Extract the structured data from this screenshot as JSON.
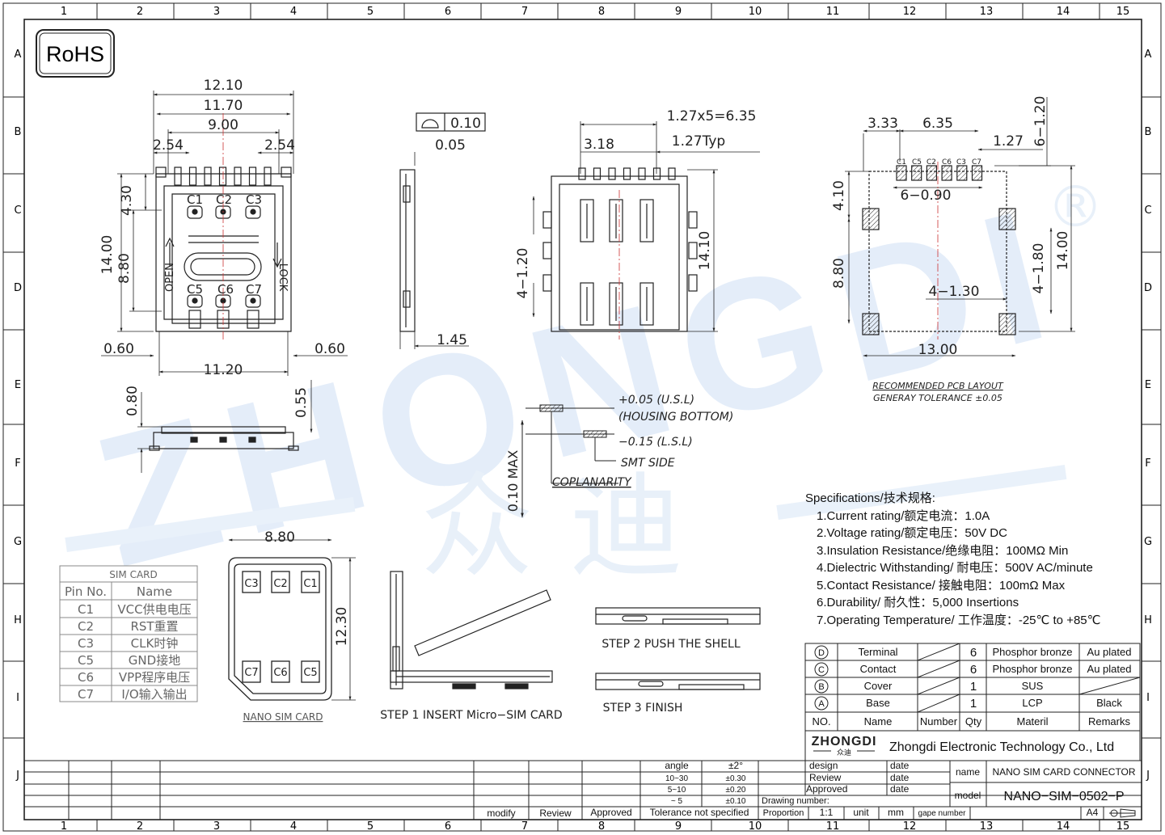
{
  "frame": {
    "cols": [
      "1",
      "2",
      "3",
      "4",
      "5",
      "6",
      "7",
      "8",
      "9",
      "10",
      "11",
      "12",
      "13",
      "14",
      "15"
    ],
    "rows": [
      "A",
      "B",
      "C",
      "D",
      "E",
      "F",
      "G",
      "H",
      "I",
      "J"
    ]
  },
  "rohs": "RoHS",
  "watermark": {
    "latin": "ZHONGDI",
    "reg": "®",
    "cn": "众 迪"
  },
  "top_view": {
    "dims": {
      "w1": "12.10",
      "w2": "11.70",
      "w3": "9.00",
      "pitch_l": "2.54",
      "pitch_r": "2.54",
      "h_total": "14.00",
      "h_inner": "8.80",
      "h_top": "4.30",
      "side_l": "0.60",
      "side_r": "0.60",
      "bottom": "11.20"
    },
    "pins_top": [
      "C1",
      "C2",
      "C3"
    ],
    "pins_bottom": [
      "C5",
      "C6",
      "C7"
    ],
    "open": "OPEN",
    "lock": "LOCK"
  },
  "side_view": {
    "flat": "0.10",
    "gap": "0.05",
    "depth": "1.45"
  },
  "bottom_view": {
    "pitch_total": "1.27x5=6.35",
    "pitch": "1.27Typ",
    "off": "3.18",
    "h": "14.10",
    "pad": "4−1.20"
  },
  "pcb": {
    "dims": {
      "a": "3.33",
      "b": "6.35",
      "c": "1.27",
      "d": "6−1.20",
      "e": "6−0.90",
      "f": "4.10",
      "g": "8.80",
      "h": "4−1.80",
      "i": "14.00",
      "j": "4−1.30",
      "w": "13.00"
    },
    "pins": [
      "C1",
      "C5",
      "C2",
      "C6",
      "C3",
      "C7"
    ],
    "title": "RECOMMENDED  PCB  LAYOUT",
    "tol": "GENERAY  TOLERANCE  ±0.05"
  },
  "front_view": {
    "h1": "0.80",
    "h2": "0.55"
  },
  "coplanarity": {
    "usl": "+0.05  (U.S.L)",
    "housing": "(HOUSING  BOTTOM)",
    "lsl": "−0.15  (L.S.L)",
    "smt": "SMT  SIDE",
    "label": "COPLANARITY",
    "max": "0.10  MAX"
  },
  "sim_table": {
    "title": "SIM  CARD",
    "headers": [
      "Pin  No.",
      "Name"
    ],
    "rows": [
      [
        "C1",
        "VCC供电电压"
      ],
      [
        "C2",
        "RST重置"
      ],
      [
        "C3",
        "CLK时钟"
      ],
      [
        "C5",
        "GND接地"
      ],
      [
        "C6",
        "VPP程序电压"
      ],
      [
        "C7",
        "I/O输入输出"
      ]
    ]
  },
  "nano_card": {
    "w": "8.80",
    "h": "12.30",
    "top": [
      "C3",
      "C2",
      "C1"
    ],
    "bottom": [
      "C7",
      "C6",
      "C5"
    ],
    "label": "NANO  SIM  CARD"
  },
  "steps": {
    "s1": "STEP  1  INSERT  Micro−SIM  CARD",
    "s2": "STEP  2    PUSH  THE  SHELL",
    "s3": "STEP  3    FINISH"
  },
  "specs": {
    "title": "Specifications/技术规格:",
    "items": [
      "1.Current rating/额定电流：1.0A",
      "2.Voltage rating/额定电压：50V DC",
      "3.Insulation Resistance/绝缘电阻：100MΩ Min",
      "4.Dielectric Withstanding/ 耐电压：500V AC/minute",
      "5.Contact Resistance/ 接触电阻：100mΩ  Max",
      "6.Durability/ 耐久性：5,000 Insertions",
      "7.Operating Temperature/ 工作温度：-25℃  to +85℃"
    ]
  },
  "bom": {
    "rows": [
      {
        "no": "D",
        "name": "Terminal",
        "qty": "6",
        "mat": "Phosphor bronze",
        "rem": "Au plated"
      },
      {
        "no": "C",
        "name": "Contact",
        "qty": "6",
        "mat": "Phosphor bronze",
        "rem": "Au plated"
      },
      {
        "no": "B",
        "name": "Cover",
        "qty": "1",
        "mat": "SUS",
        "rem": ""
      },
      {
        "no": "A",
        "name": "Base",
        "qty": "1",
        "mat": "LCP",
        "rem": "Black"
      }
    ],
    "header": {
      "no": "NO.",
      "name": "Name",
      "number": "Number",
      "qty": "Qty",
      "mat": "Materil",
      "rem": "Remarks"
    }
  },
  "company": {
    "logo": "ZHONGDI",
    "logo_cn": "众迪",
    "name": "Zhongdi Electronic Technology Co., Ltd"
  },
  "title_block": {
    "angle": "angle",
    "angle_tol": "±2°",
    "tols": [
      [
        "10~30",
        "±0.30"
      ],
      [
        "5~10",
        "±0.20"
      ],
      [
        "~ 5",
        "±0.10"
      ]
    ],
    "design": "design",
    "review": "Review",
    "approved": "Approved",
    "date": "date",
    "name_label": "name",
    "name_value": "NANO  SIM  CARD  CONNECTOR",
    "model_label": "model",
    "model_value": "NANO−SIM−0502−P",
    "drawing_number": "Drawing number:",
    "modify": "modify",
    "review2": "Review",
    "approved2": "Approved",
    "tol_not": "Tolerance not specified",
    "proportion": "Proportion",
    "ratio": "1:1",
    "unit": "unit",
    "mm": "mm",
    "gape": "gape number",
    "size": "A4"
  }
}
